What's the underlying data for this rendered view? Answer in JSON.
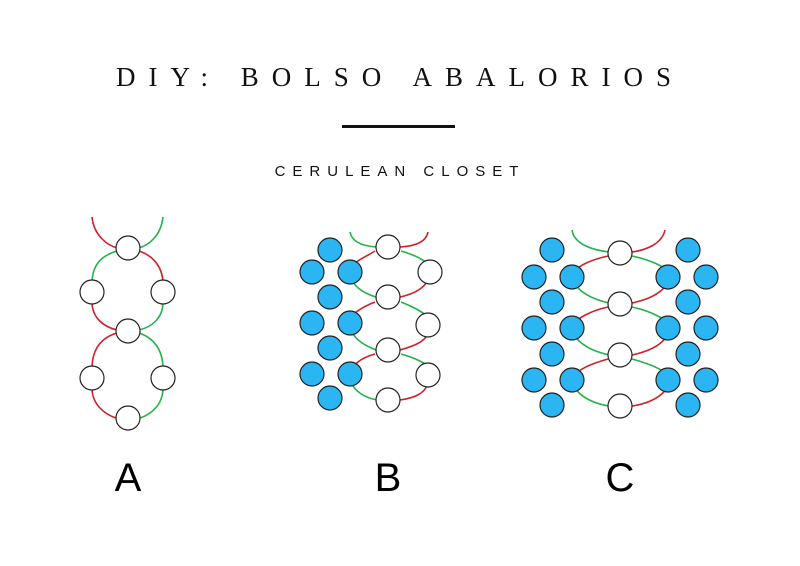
{
  "title": "DIY: BOLSO ABALORIOS",
  "subtitle": "CERULEAN CLOSET",
  "colors": {
    "thread_red": "#d0202a",
    "thread_green": "#23b24b",
    "bead_white": "#ffffff",
    "bead_blue": "#2bb5f2",
    "outline": "#222222"
  },
  "panels": [
    {
      "label": "A"
    },
    {
      "label": "B"
    },
    {
      "label": "C"
    }
  ]
}
